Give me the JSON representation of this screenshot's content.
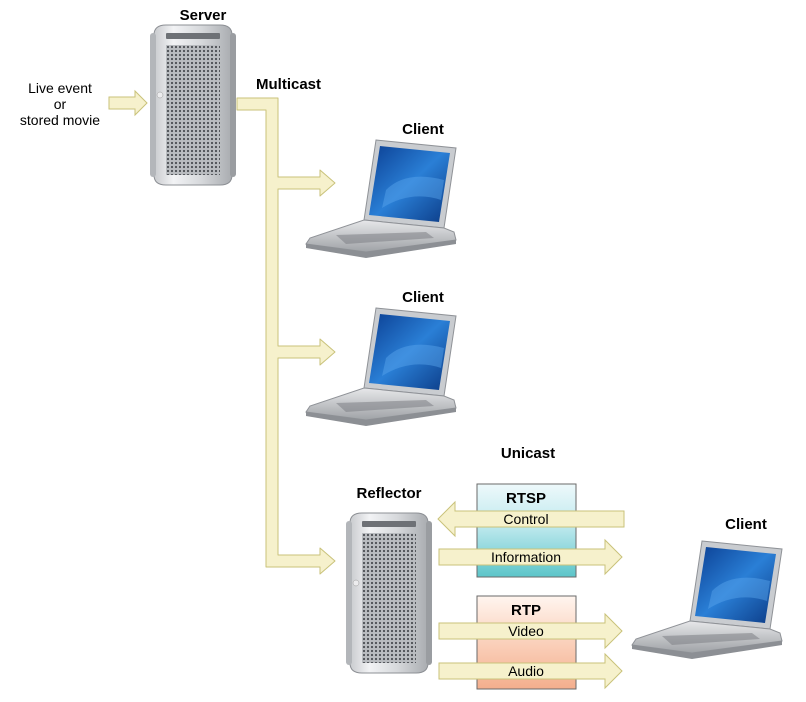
{
  "server": {
    "title": "Server"
  },
  "input": {
    "lines": [
      "Live event",
      "or",
      "stored movie"
    ]
  },
  "multicast": {
    "label": "Multicast"
  },
  "clients": [
    {
      "label": "Client"
    },
    {
      "label": "Client"
    }
  ],
  "unicast": {
    "label": "Unicast"
  },
  "reflector": {
    "label": "Reflector"
  },
  "remote_client": {
    "label": "Client"
  },
  "rtsp": {
    "title": "RTSP",
    "control": "Control",
    "information": "Information"
  },
  "rtp": {
    "title": "RTP",
    "video": "Video",
    "audio": "Audio"
  },
  "colors": {
    "arrow_fill": "#f6f1cc",
    "arrow_stroke": "#c9c27a",
    "rtsp_top": "#eef9fb",
    "rtsp_bottom": "#5cc5c9",
    "rtp_top": "#fff5ef",
    "rtp_bottom": "#f4ae8d"
  }
}
